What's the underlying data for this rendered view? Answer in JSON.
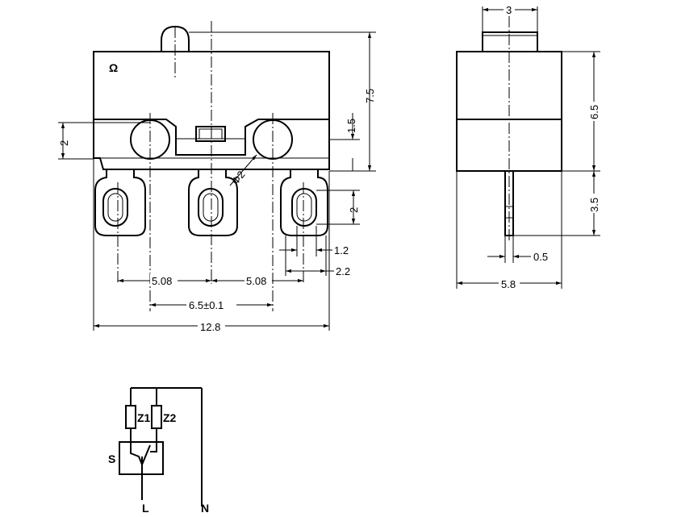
{
  "drawing": {
    "front_view": {
      "body_mark": "Ω",
      "dim_hole_dia": "Φ2",
      "dim_body_height": "7.5",
      "dim_step_height": "1.5",
      "dim_hole_height": "2",
      "dim_slot_length": "2",
      "dim_slot_width": "1.2",
      "dim_tab_width": "2.2",
      "dim_pitch_left": "5.08",
      "dim_pitch_right": "5.08",
      "dim_hole_spacing": "6.5±0.1",
      "dim_overall_width": "12.8"
    },
    "side_view": {
      "dim_plunger_width": "3",
      "dim_body_height": "6.5",
      "dim_terminal_length": "3.5",
      "dim_terminal_thickness": "0.5",
      "dim_body_width": "5.8"
    },
    "schematic": {
      "label_z1": "Z1",
      "label_z2": "Z2",
      "label_switch": "S",
      "label_line": "L",
      "label_neutral": "N"
    }
  }
}
